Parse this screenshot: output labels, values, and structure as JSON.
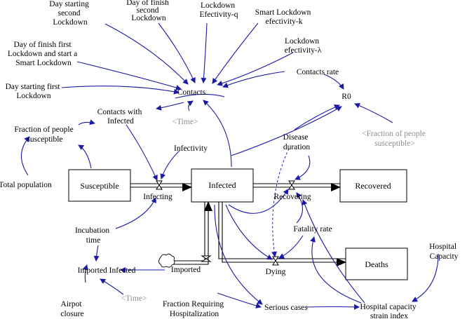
{
  "stocks": {
    "susceptible": "Susceptible",
    "infected": "Infected",
    "recovered": "Recovered",
    "deaths": "Deaths"
  },
  "flows": {
    "infecting": "Infecting",
    "recovering": "Recovering",
    "dying": "Dying",
    "imported": "Imported"
  },
  "variables": {
    "day_start_second": [
      "Day starting",
      "second",
      "Lockdown"
    ],
    "day_finish_second": [
      "Day of finish",
      "second",
      "Lockdown"
    ],
    "lockdown_eff_q": [
      "Lockdown",
      "Efectivity-q"
    ],
    "smart_lockdown_k": [
      "Smart Lockdown",
      "efectivity-k"
    ],
    "day_finish_first": [
      "Day of finish first",
      "Lockdown and start a",
      "Smart Lockdown"
    ],
    "lockdown_eff_lambda": [
      "Lockdown",
      "efectivity-λ"
    ],
    "contacts_rate": "Contacts rate",
    "day_start_first": [
      "Day starting first",
      "Lockdown"
    ],
    "contacts": "Contacts",
    "r0": "R0",
    "contacts_with_infected": [
      "Contacts with",
      "Infected"
    ],
    "time_1": "<Time>",
    "fraction_susceptible": [
      "Fraction of people",
      "susceptible"
    ],
    "fraction_susceptible_shadow": [
      "<Fraction of people",
      "susceptible>"
    ],
    "disease_duration": [
      "Disease",
      "duration"
    ],
    "infectivity": "Infectivity",
    "total_population": "Total population",
    "incubation_time": [
      "Incubation",
      "time"
    ],
    "fatality_rate": "Fatality rate",
    "hospital_capacity": [
      "Hospital",
      "Capacity"
    ],
    "imported_infected": "Imported Infected",
    "time_2": "<Time>",
    "airport_closure": [
      "Airpot",
      "closure"
    ],
    "fraction_hosp": [
      "Fraction Requiring",
      "Hospitalization"
    ],
    "serious_cases": "Serious cases",
    "hospital_strain": [
      "Hospital capacity",
      "strain index"
    ]
  },
  "colors": {
    "link": "#1a1aa6",
    "shadow_text": "#8c8c8c",
    "pipe": "#000000"
  }
}
